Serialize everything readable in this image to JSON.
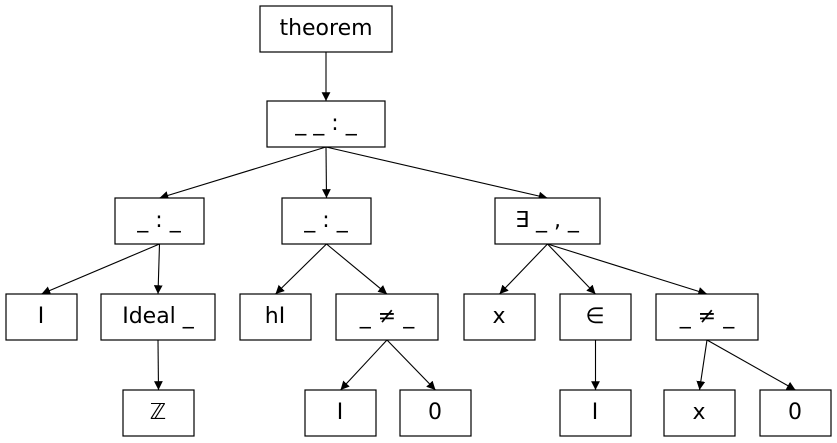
{
  "diagram": {
    "type": "syntax-tree",
    "nodes": {
      "n_theorem": "theorem",
      "n_root": "_ _ : _",
      "n_l1_left": "_ : _",
      "n_l1_mid": "_ : _",
      "n_l1_right": "∃ _ , _",
      "n_I1": "I",
      "n_ideal": "Ideal _",
      "n_Z": "ℤ",
      "n_hI": "hI",
      "n_neq1": "_ ≠ _",
      "n_I2": "I",
      "n_zero1": "0",
      "n_x1": "x",
      "n_in": "∈",
      "n_I3": "I",
      "n_neq2": "_ ≠ _",
      "n_x2": "x",
      "n_zero2": "0"
    },
    "edges": [
      [
        "n_theorem",
        "n_root"
      ],
      [
        "n_root",
        "n_l1_left"
      ],
      [
        "n_root",
        "n_l1_mid"
      ],
      [
        "n_root",
        "n_l1_right"
      ],
      [
        "n_l1_left",
        "n_I1"
      ],
      [
        "n_l1_left",
        "n_ideal"
      ],
      [
        "n_ideal",
        "n_Z"
      ],
      [
        "n_l1_mid",
        "n_hI"
      ],
      [
        "n_l1_mid",
        "n_neq1"
      ],
      [
        "n_neq1",
        "n_I2"
      ],
      [
        "n_neq1",
        "n_zero1"
      ],
      [
        "n_l1_right",
        "n_x1"
      ],
      [
        "n_l1_right",
        "n_in"
      ],
      [
        "n_l1_right",
        "n_neq2"
      ],
      [
        "n_in",
        "n_I3"
      ],
      [
        "n_neq2",
        "n_x2"
      ],
      [
        "n_neq2",
        "n_zero2"
      ]
    ]
  }
}
